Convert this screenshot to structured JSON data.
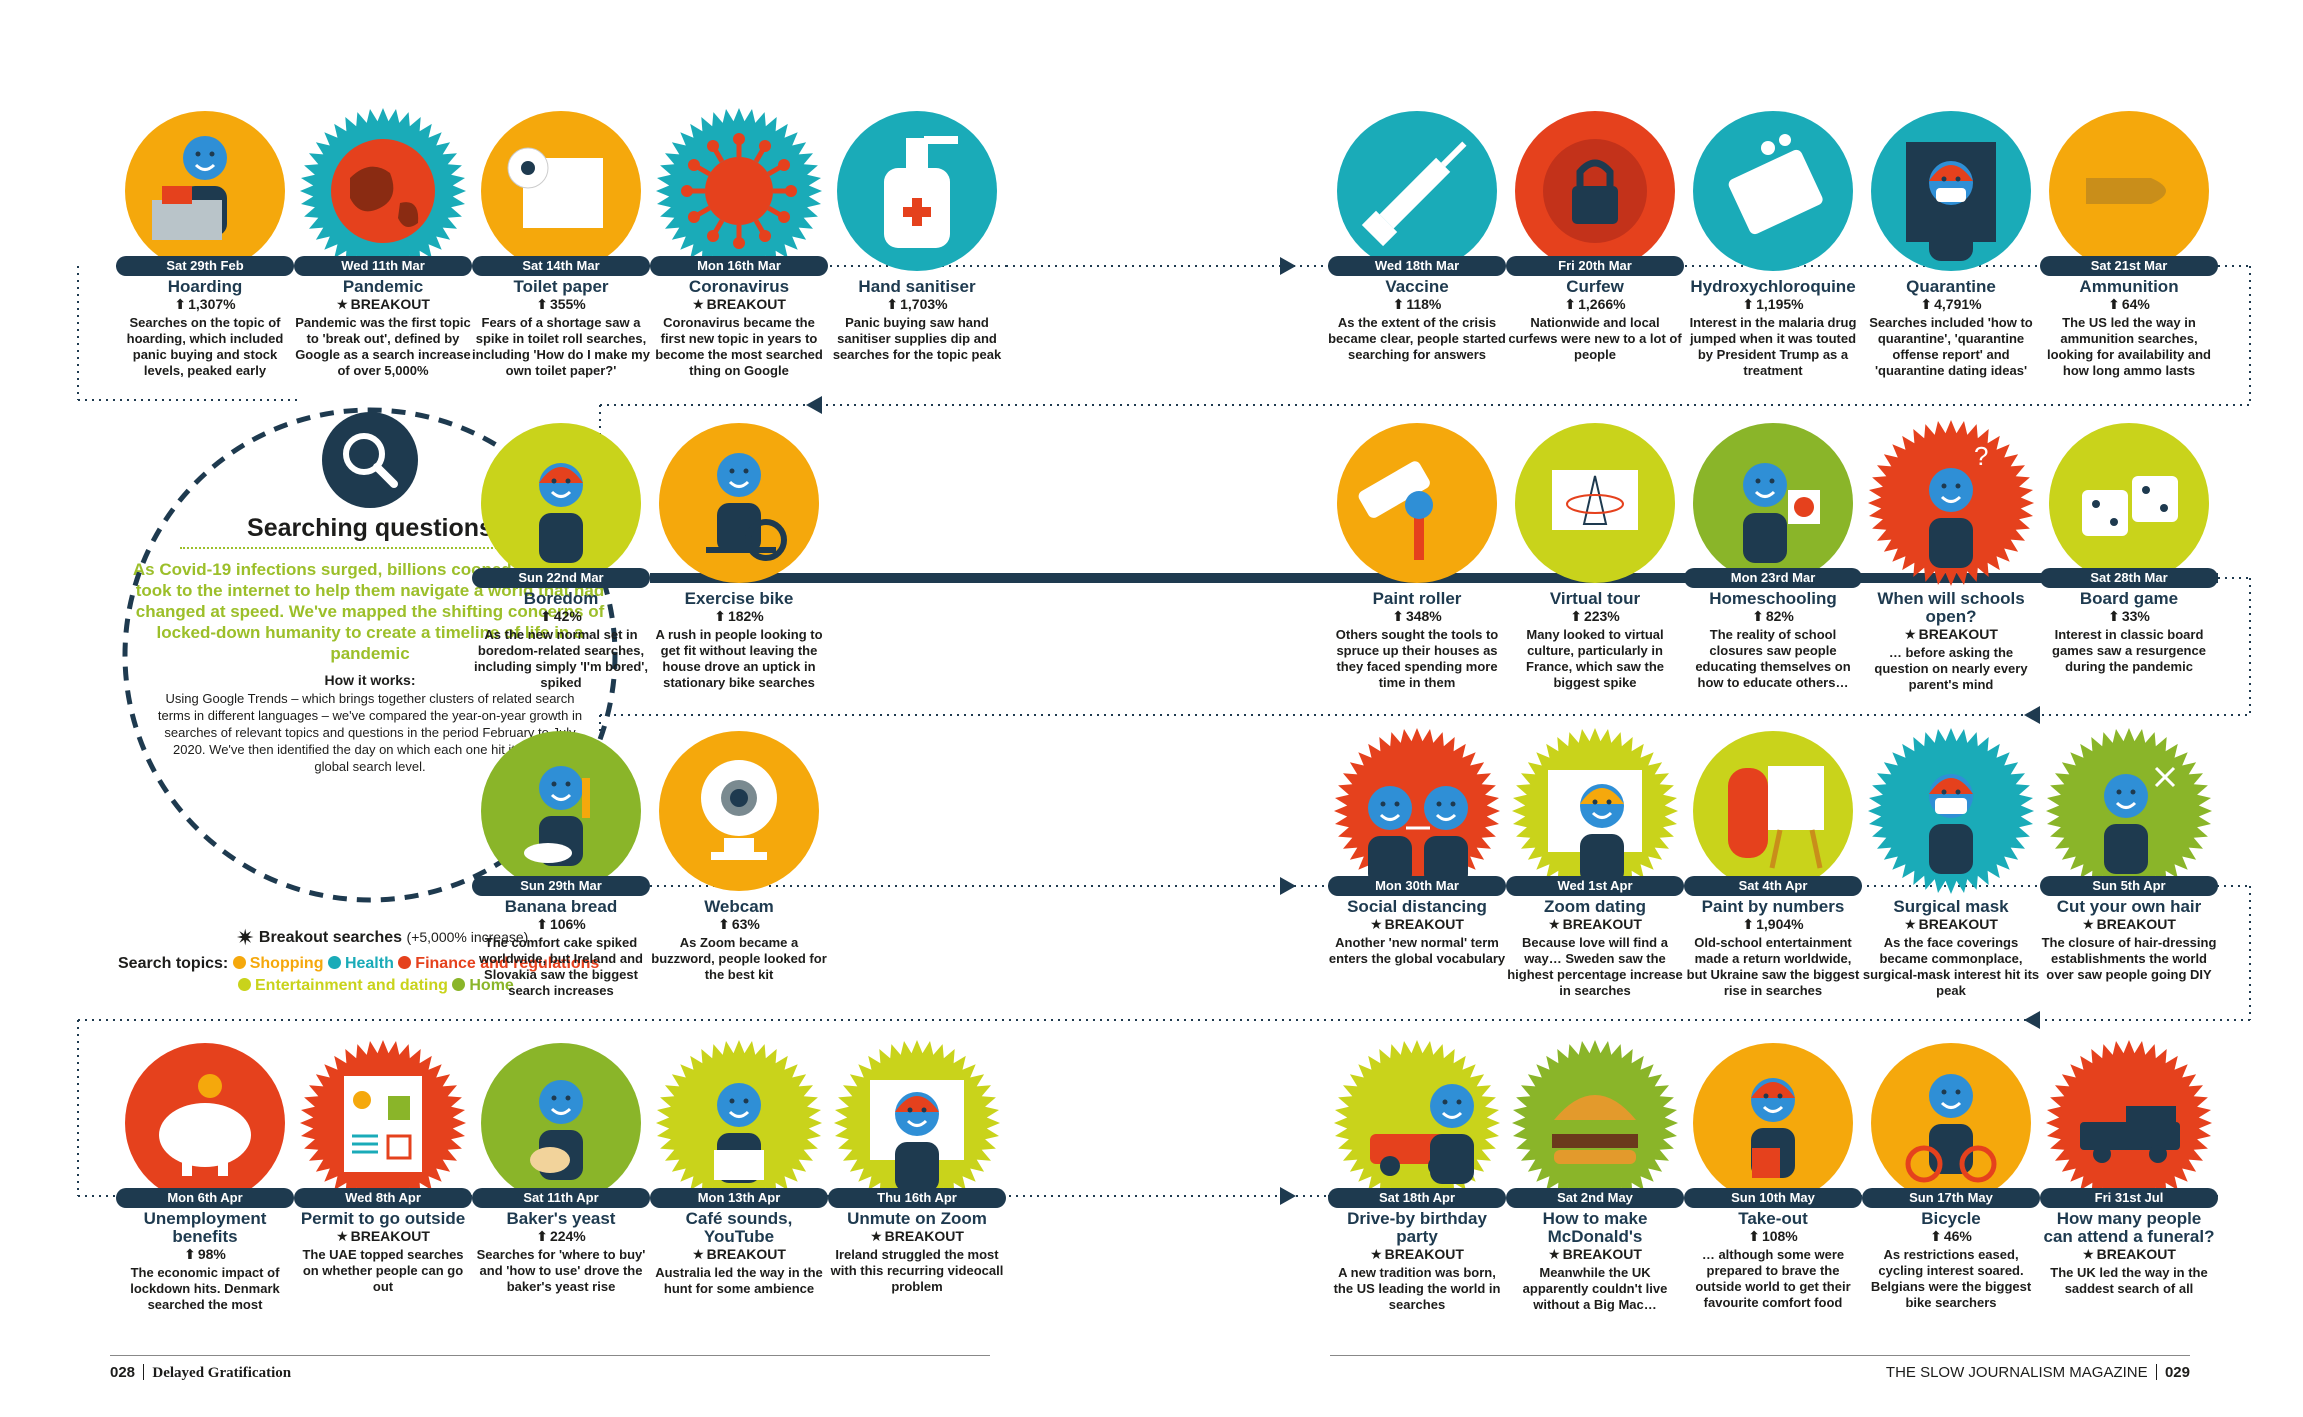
{
  "intro": {
    "title": "Searching questions",
    "lead": "As Covid-19 infections surged, billions cooped up at home took to the internet to help them navigate a world that had changed at speed. We've mapped the shifting concerns of locked-down humanity to create a timeline of life in a pandemic",
    "howto_heading": "How it works:",
    "howto_text": "Using Google Trends – which brings together clusters of related search terms in different languages – we've compared the year-on-year growth in searches of relevant topics and questions in the period February to July 2020. We've then identified the day on which each one hit its highest global search level."
  },
  "legend": {
    "breakout_label": "Breakout searches",
    "breakout_note": "(+5,000% increase)",
    "topics_label": "Search topics:",
    "topics": [
      {
        "name": "Shopping",
        "color": "#f5a80c"
      },
      {
        "name": "Health",
        "color": "#1aabb8"
      },
      {
        "name": "Finance and regulations",
        "color": "#e5411d"
      },
      {
        "name": "Entertainment and dating",
        "color": "#c9d31b"
      },
      {
        "name": "Home",
        "color": "#8ab529"
      }
    ]
  },
  "colors": {
    "navy": "#1e3a4f",
    "Shopping": "#f5a80c",
    "Health": "#1aabb8",
    "Finance and regulations": "#e5411d",
    "Entertainment and dating": "#c9d31b",
    "Home": "#8ab529",
    "figure_blue": "#2f8fd6"
  },
  "items": [
    {
      "date": "Sat 29th Feb",
      "title": "Hoarding",
      "stat": "1,307%",
      "breakout": false,
      "topic": "Shopping",
      "icon": "shopping-trolley-icon",
      "text": "Searches on the topic of hoarding, which included panic buying and stock levels, peaked early"
    },
    {
      "date": "Wed 11th Mar",
      "title": "Pandemic",
      "stat": "BREAKOUT",
      "breakout": true,
      "topic": "Health",
      "icon": "globe-icon",
      "text": "Pandemic was the first topic to 'break out', defined by Google as a search increase of over 5,000%"
    },
    {
      "date": "Sat 14th Mar",
      "title": "Toilet paper",
      "stat": "355%",
      "breakout": false,
      "topic": "Shopping",
      "icon": "toilet-roll-icon",
      "text": "Fears of a shortage saw a spike in toilet roll searches, including 'How do I make my own toilet paper?'"
    },
    {
      "date": "Mon 16th Mar",
      "title": "Coronavirus",
      "stat": "BREAKOUT",
      "breakout": true,
      "topic": "Health",
      "icon": "virus-icon",
      "text": "Coronavirus became the first new topic in years to become the most searched thing on Google"
    },
    {
      "date": "",
      "title": "Hand sanitiser",
      "stat": "1,703%",
      "breakout": false,
      "topic": "Health",
      "icon": "sanitiser-bottle-icon",
      "text": "Panic buying saw hand sanitiser supplies dip and searches for the topic peak"
    },
    {
      "date": "Wed 18th Mar",
      "title": "Vaccine",
      "stat": "118%",
      "breakout": false,
      "topic": "Health",
      "icon": "syringe-icon",
      "text": "As the extent of the crisis became clear, people started searching for answers"
    },
    {
      "date": "Fri 20th Mar",
      "title": "Curfew",
      "stat": "1,266%",
      "breakout": false,
      "topic": "Finance and regulations",
      "icon": "padlock-icon",
      "text": "Nationwide and local curfews were new to a lot of people"
    },
    {
      "date": "",
      "title": "Hydroxychloroquine",
      "stat": "1,195%",
      "breakout": false,
      "topic": "Health",
      "icon": "pills-icon",
      "text": "Interest in the malaria drug jumped when it was touted by President Trump as a treatment"
    },
    {
      "date": "",
      "title": "Quarantine",
      "stat": "4,791%",
      "breakout": false,
      "topic": "Health",
      "icon": "masked-face-icon",
      "text": "Searches included 'how to quarantine', 'quarantine offense report' and 'quarantine dating ideas'"
    },
    {
      "date": "Sat 21st Mar",
      "title": "Ammunition",
      "stat": "64%",
      "breakout": false,
      "topic": "Shopping",
      "icon": "bullet-icon",
      "text": "The US led the way in ammunition searches, looking for availability and how long ammo lasts"
    },
    {
      "date": "Sun 22nd Mar",
      "title": "Boredom",
      "stat": "42%",
      "breakout": false,
      "topic": "Entertainment and dating",
      "icon": "bored-person-icon",
      "text": "As the new normal set in boredom-related searches, including simply 'I'm bored', spiked"
    },
    {
      "date": "",
      "title": "Exercise bike",
      "stat": "182%",
      "breakout": false,
      "topic": "Shopping",
      "icon": "exercise-bike-icon",
      "text": "A rush in people looking to get fit without leaving the house drove an uptick in stationary bike searches"
    },
    {
      "date": "",
      "title": "Paint roller",
      "stat": "348%",
      "breakout": false,
      "topic": "Shopping",
      "icon": "paint-roller-icon",
      "text": "Others sought the tools to spruce up their houses as they faced spending more time in them"
    },
    {
      "date": "",
      "title": "Virtual tour",
      "stat": "223%",
      "breakout": false,
      "topic": "Entertainment and dating",
      "icon": "eiffel-tower-icon",
      "text": "Many looked to virtual culture, particularly in France, which saw the biggest spike"
    },
    {
      "date": "Mon 23rd Mar",
      "title": "Homeschooling",
      "stat": "82%",
      "breakout": false,
      "topic": "Home",
      "icon": "teacher-icon",
      "text": "The reality of school closures saw people educating themselves on how to educate others…"
    },
    {
      "date": "",
      "title": "When will schools open?",
      "stat": "BREAKOUT",
      "breakout": true,
      "topic": "Finance and regulations",
      "icon": "puzzled-person-icon",
      "text": "… before asking the question on nearly every parent's mind"
    },
    {
      "date": "Sat 28th Mar",
      "title": "Board game",
      "stat": "33%",
      "breakout": false,
      "topic": "Entertainment and dating",
      "icon": "dice-icon",
      "text": "Interest in classic board games saw a resurgence during the pandemic"
    },
    {
      "date": "Sun 29th Mar",
      "title": "Banana bread",
      "stat": "106%",
      "breakout": false,
      "topic": "Home",
      "icon": "baker-icon",
      "text": "The comfort cake spiked worldwide, but Ireland and Slovakia saw the biggest search increases"
    },
    {
      "date": "",
      "title": "Webcam",
      "stat": "63%",
      "breakout": false,
      "topic": "Shopping",
      "icon": "webcam-icon",
      "text": "As Zoom became a buzzword, people looked for the best kit"
    },
    {
      "date": "Mon 30th Mar",
      "title": "Social distancing",
      "stat": "BREAKOUT",
      "breakout": true,
      "topic": "Finance and regulations",
      "icon": "social-distancing-icon",
      "text": "Another 'new normal' term enters the global vocabulary"
    },
    {
      "date": "Wed 1st Apr",
      "title": "Zoom dating",
      "stat": "BREAKOUT",
      "breakout": true,
      "topic": "Entertainment and dating",
      "icon": "video-date-icon",
      "text": "Because love will find a way… Sweden saw the highest percentage increase in searches"
    },
    {
      "date": "Sat 4th Apr",
      "title": "Paint by numbers",
      "stat": "1,904%",
      "breakout": false,
      "topic": "Entertainment and dating",
      "icon": "easel-icon",
      "text": "Old-school entertainment made a return worldwide, but Ukraine saw the biggest rise in searches"
    },
    {
      "date": "",
      "title": "Surgical mask",
      "stat": "BREAKOUT",
      "breakout": true,
      "topic": "Health",
      "icon": "surgical-mask-icon",
      "text": "As the face coverings became commonplace, surgical-mask interest hit its peak"
    },
    {
      "date": "Sun 5th Apr",
      "title": "Cut your own hair",
      "stat": "BREAKOUT",
      "breakout": true,
      "topic": "Home",
      "icon": "haircut-icon",
      "text": "The closure of hair-dressing establishments the world over saw people going DIY"
    },
    {
      "date": "Mon 6th Apr",
      "title": "Unemployment benefits",
      "stat": "98%",
      "breakout": false,
      "topic": "Finance and regulations",
      "icon": "piggy-bank-icon",
      "text": "The economic impact of lockdown hits. Denmark searched the most"
    },
    {
      "date": "Wed 8th Apr",
      "title": "Permit to go outside",
      "stat": "BREAKOUT",
      "breakout": true,
      "topic": "Finance and regulations",
      "icon": "permit-form-icon",
      "text": "The UAE topped searches on whether people can go out"
    },
    {
      "date": "Sat 11th Apr",
      "title": "Baker's yeast",
      "stat": "224%",
      "breakout": false,
      "topic": "Home",
      "icon": "bread-person-icon",
      "text": "Searches for 'where to buy' and 'how to use' drove the baker's yeast rise"
    },
    {
      "date": "Mon 13th Apr",
      "title": "Café sounds, YouTube",
      "stat": "BREAKOUT",
      "breakout": true,
      "topic": "Entertainment and dating",
      "icon": "laptop-person-icon",
      "text": "Australia led the way in the hunt for some ambience"
    },
    {
      "date": "Thu 16th Apr",
      "title": "Unmute on Zoom",
      "stat": "BREAKOUT",
      "breakout": true,
      "topic": "Entertainment and dating",
      "icon": "video-call-icon",
      "text": "Ireland struggled the most with this recurring videocall problem"
    },
    {
      "date": "Sat 18th Apr",
      "title": "Drive-by birthday party",
      "stat": "BREAKOUT",
      "breakout": true,
      "topic": "Entertainment and dating",
      "icon": "car-party-icon",
      "text": "A new tradition was born, the US leading the world in searches"
    },
    {
      "date": "Sat 2nd May",
      "title": "How to make McDonald's",
      "stat": "BREAKOUT",
      "breakout": true,
      "topic": "Home",
      "icon": "burger-icon",
      "text": "Meanwhile the UK apparently couldn't live without a Big Mac…"
    },
    {
      "date": "Sun 10th May",
      "title": "Take-out",
      "stat": "108%",
      "breakout": false,
      "topic": "Shopping",
      "icon": "takeout-person-icon",
      "text": "… although some were prepared to brave the outside world to get their favourite comfort food"
    },
    {
      "date": "Sun 17th May",
      "title": "Bicycle",
      "stat": "46%",
      "breakout": false,
      "topic": "Shopping",
      "icon": "cyclist-icon",
      "text": "As restrictions eased, cycling interest soared. Belgians were the biggest bike searchers"
    },
    {
      "date": "Fri 31st Jul",
      "title": "How many people can attend a funeral?",
      "stat": "BREAKOUT",
      "breakout": true,
      "topic": "Finance and regulations",
      "icon": "hearse-icon",
      "text": "The UK led the way in the saddest search of all"
    }
  ],
  "footer": {
    "left_page": "028",
    "left_title": "Delayed Gratification",
    "right_title": "THE SLOW JOURNALISM MAGAZINE",
    "right_page": "029"
  }
}
